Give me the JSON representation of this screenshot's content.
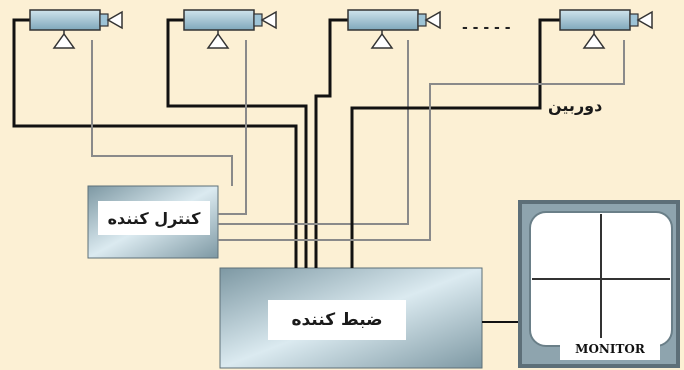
{
  "labels": {
    "cameras": "دوربین",
    "controller": "کنترل کننده",
    "recorder": "ضبط کننده",
    "monitor": "MONITOR",
    "ellipsis": "- - - - -"
  },
  "colors": {
    "background": "#fcf0d4",
    "camera_body": "#9ec4d6",
    "box_frame": "#7e9aa5",
    "box_fill": "#c6dde6",
    "wire_dark": "#111111",
    "wire_grey": "#8a8a8a"
  }
}
